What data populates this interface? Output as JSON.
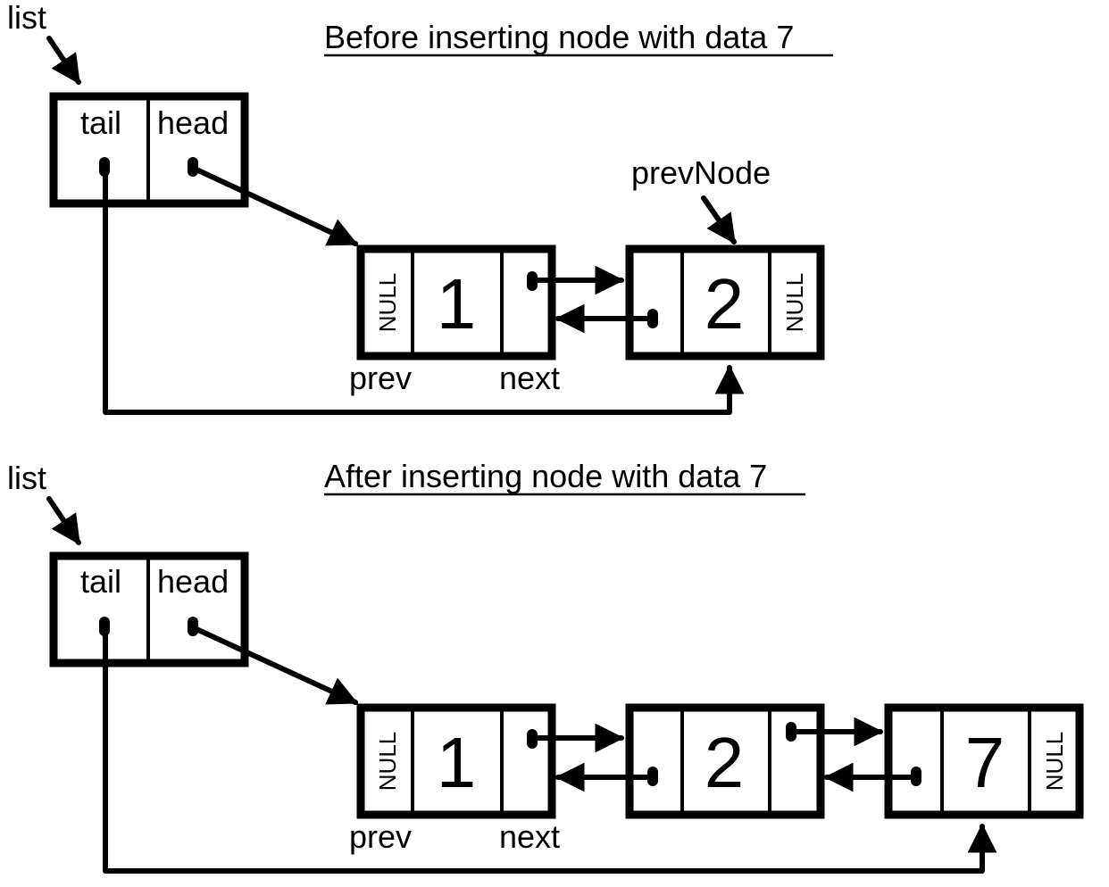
{
  "before": {
    "title": "Before inserting node with data 7",
    "list_label": "list",
    "tail_label": "tail",
    "head_label": "head",
    "prev_node_label": "prevNode",
    "prev_label": "prev",
    "next_label": "next",
    "nodes": [
      {
        "data": "1"
      },
      {
        "data": "2"
      }
    ],
    "null_text": "NULL"
  },
  "after": {
    "title": "After inserting node with data 7",
    "list_label": "list",
    "tail_label": "tail",
    "head_label": "head",
    "prev_label": "prev",
    "next_label": "next",
    "nodes": [
      {
        "data": "1"
      },
      {
        "data": "2"
      },
      {
        "data": "7"
      }
    ],
    "null_text": "NULL"
  }
}
